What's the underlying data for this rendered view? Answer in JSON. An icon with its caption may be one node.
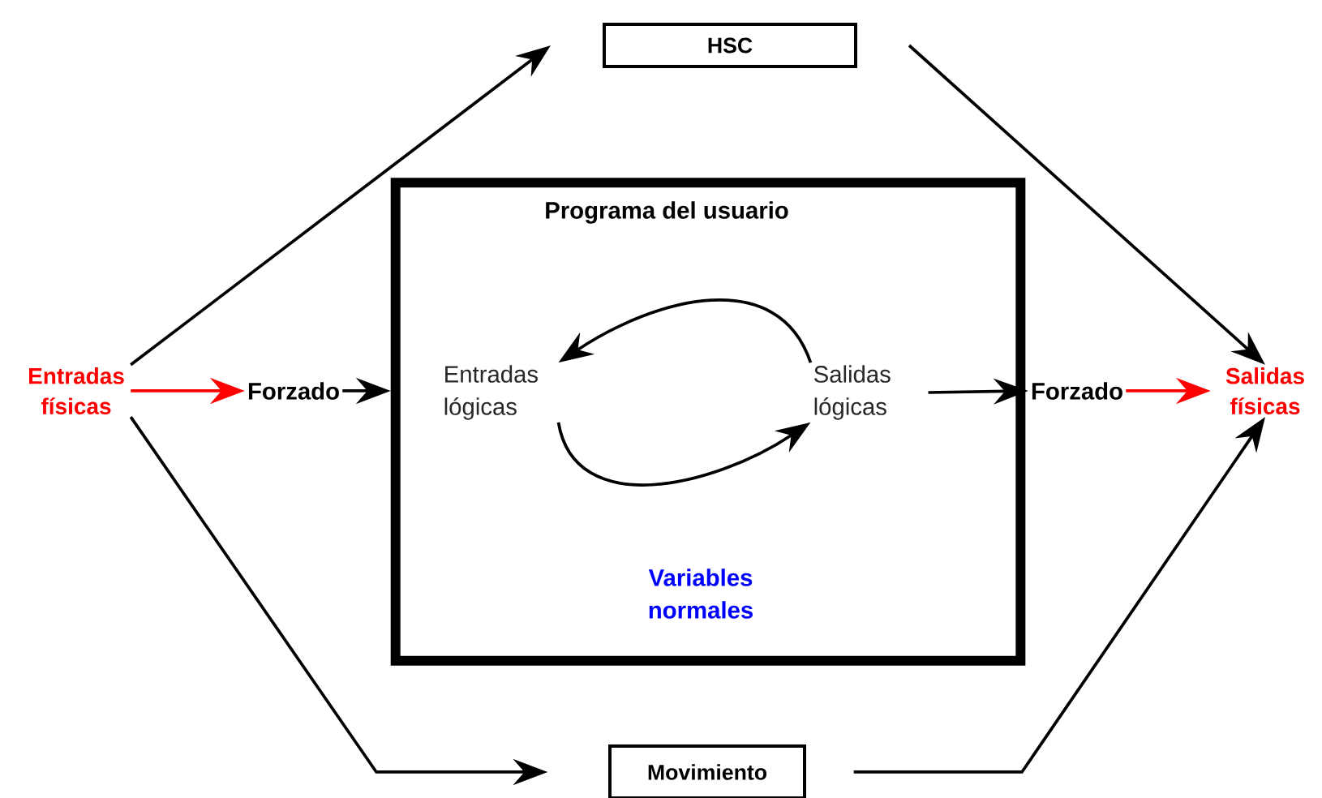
{
  "diagram": {
    "nodes": [
      {
        "text": [
          "Entradas físicas"
        ]
      },
      {
        "text": [
          "Forzado"
        ]
      },
      {
        "text": [
          "Programa del usuario"
        ]
      },
      {
        "text": [
          "Entradas lógicas"
        ],
        "in": 2
      },
      {
        "text": [
          "Salidas lógicas"
        ],
        "in": 2
      },
      {
        "text": [
          "Forzado"
        ]
      },
      {
        "text": [
          "Salidas físicas"
        ]
      },
      {
        "text": [
          "HSC"
        ]
      },
      {
        "text": [
          "Movimiento"
        ]
      }
    ],
    "edges": [
      {
        "from": 0,
        "to": 1,
        "arrow": "to",
        "color": "#ff0000"
      },
      {
        "from": 1,
        "to": 2,
        "arrow": "to"
      },
      {
        "from": 4,
        "to": 3,
        "arrow": "to"
      },
      {
        "from": 3,
        "to": 4,
        "arrow": "to"
      },
      {
        "from": 4,
        "to": 5,
        "arrow": "to"
      },
      {
        "from": 5,
        "to": 6,
        "arrow": "to",
        "color": "#ff0000"
      },
      {
        "from": 0,
        "to": 7,
        "arrow": "to"
      },
      {
        "from": 7,
        "to": 6,
        "arrow": "to"
      },
      {
        "from": 0,
        "to": 8,
        "arrow": "to"
      },
      {
        "from": 8,
        "to": 6,
        "arrow": "to"
      }
    ],
    "labels": [
      "Variables normales"
    ]
  }
}
